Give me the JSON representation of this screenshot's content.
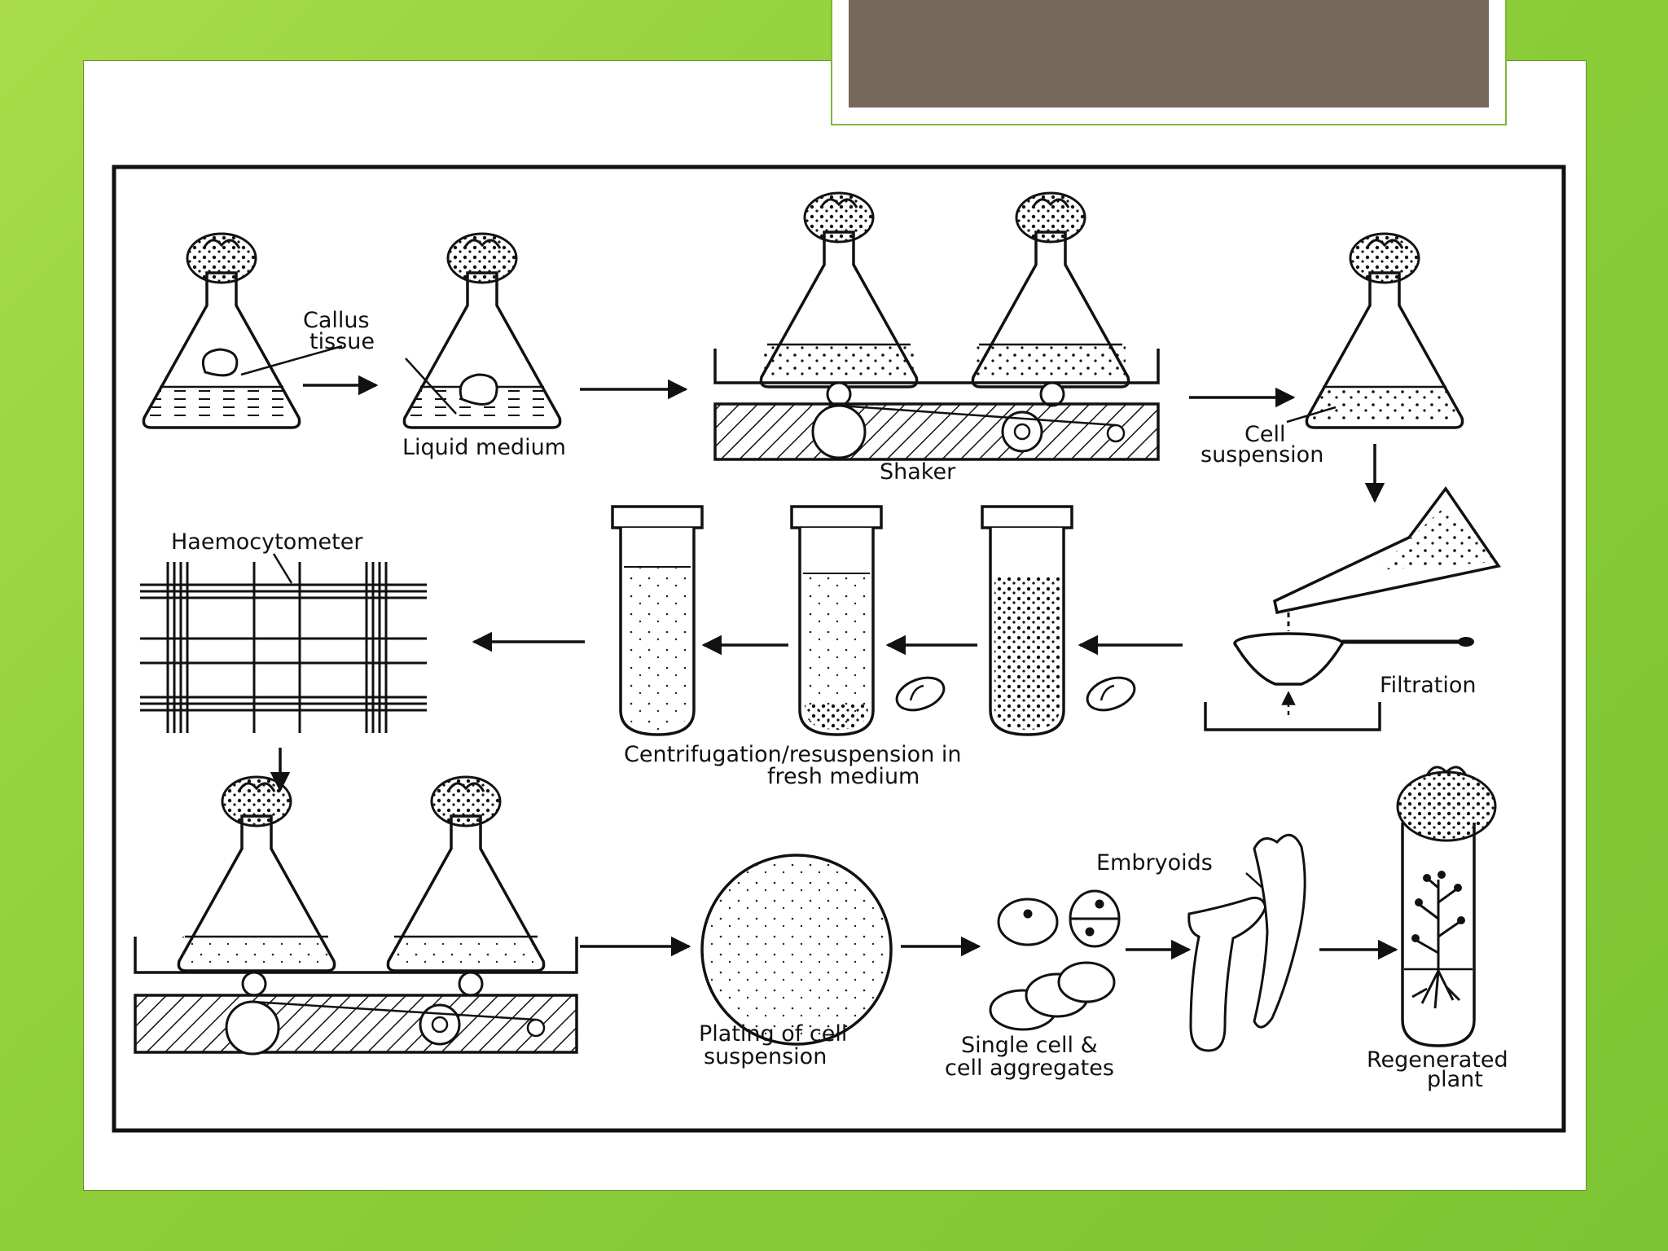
{
  "labels": {
    "callus": "Callus",
    "tissue": "tissue",
    "liquid_medium": "Liquid medium",
    "shaker": "Shaker",
    "cell": "Cell",
    "suspension": "suspension",
    "haemocytometer": "Haemocytometer",
    "filtration": "Filtration",
    "centri_1": "Centrifugation/resuspension in",
    "centri_2": "fresh medium",
    "embryoids": "Embryoids",
    "plating_1": "Plating of cell",
    "plating_2": "suspension",
    "single_1": "Single cell &",
    "single_2": "cell aggregates",
    "regen_1": "Regenerated",
    "regen_2": "plant"
  },
  "colors": {
    "background": "#9ad444",
    "title_bar": "#76695b",
    "ink": "#111111"
  }
}
